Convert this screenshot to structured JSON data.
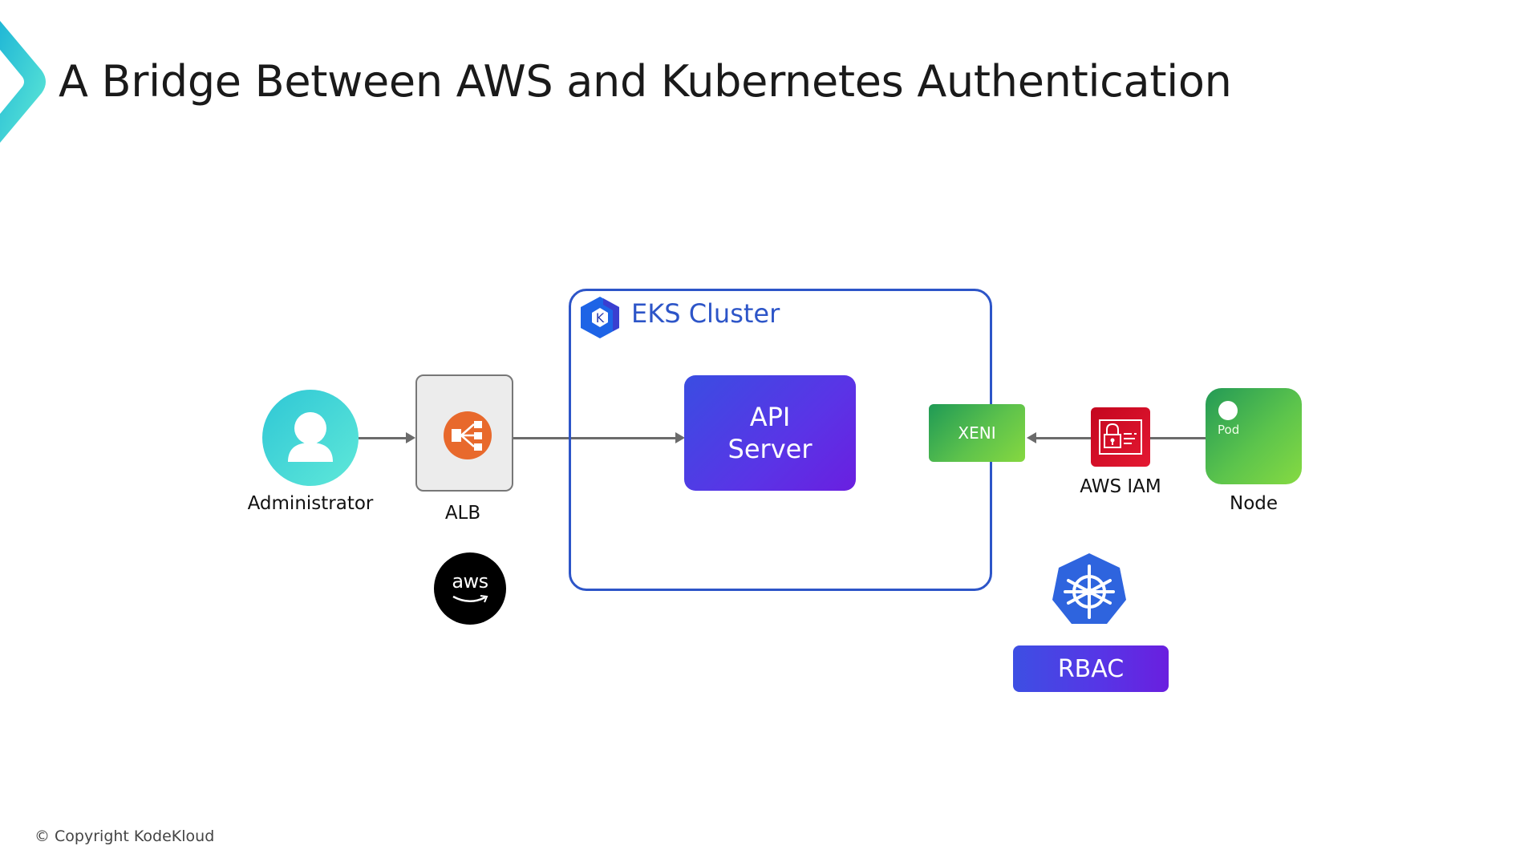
{
  "slide": {
    "title": "A Bridge Between AWS and Kubernetes Authentication",
    "copyright": "© Copyright KodeKloud",
    "brand_color": "#3fd6d6"
  },
  "nodes": {
    "administrator": {
      "label": "Administrator",
      "icon": "user-icon"
    },
    "alb": {
      "label": "ALB",
      "icon": "load-balancer-icon"
    },
    "aws": {
      "badge_text": "aws",
      "icon": "aws-logo-icon"
    },
    "eks_cluster": {
      "label": "EKS Cluster",
      "icon": "eks-icon",
      "color": "#2d55c8"
    },
    "api_server": {
      "line1": "API",
      "line2": "Server"
    },
    "xeni": {
      "label": "XENI"
    },
    "aws_iam": {
      "label": "AWS IAM",
      "icon": "iam-identity-icon"
    },
    "node": {
      "label": "Node",
      "pod_label": "Pod"
    },
    "kubernetes": {
      "icon": "kubernetes-helm-icon"
    },
    "rbac": {
      "label": "RBAC"
    }
  },
  "connections": [
    {
      "from": "Administrator",
      "to": "ALB",
      "direction": "right"
    },
    {
      "from": "ALB",
      "to": "API Server",
      "direction": "right"
    },
    {
      "from": "AWS IAM",
      "to": "XENI",
      "direction": "left"
    },
    {
      "from": "Node",
      "to": "AWS IAM",
      "direction": "none"
    }
  ]
}
